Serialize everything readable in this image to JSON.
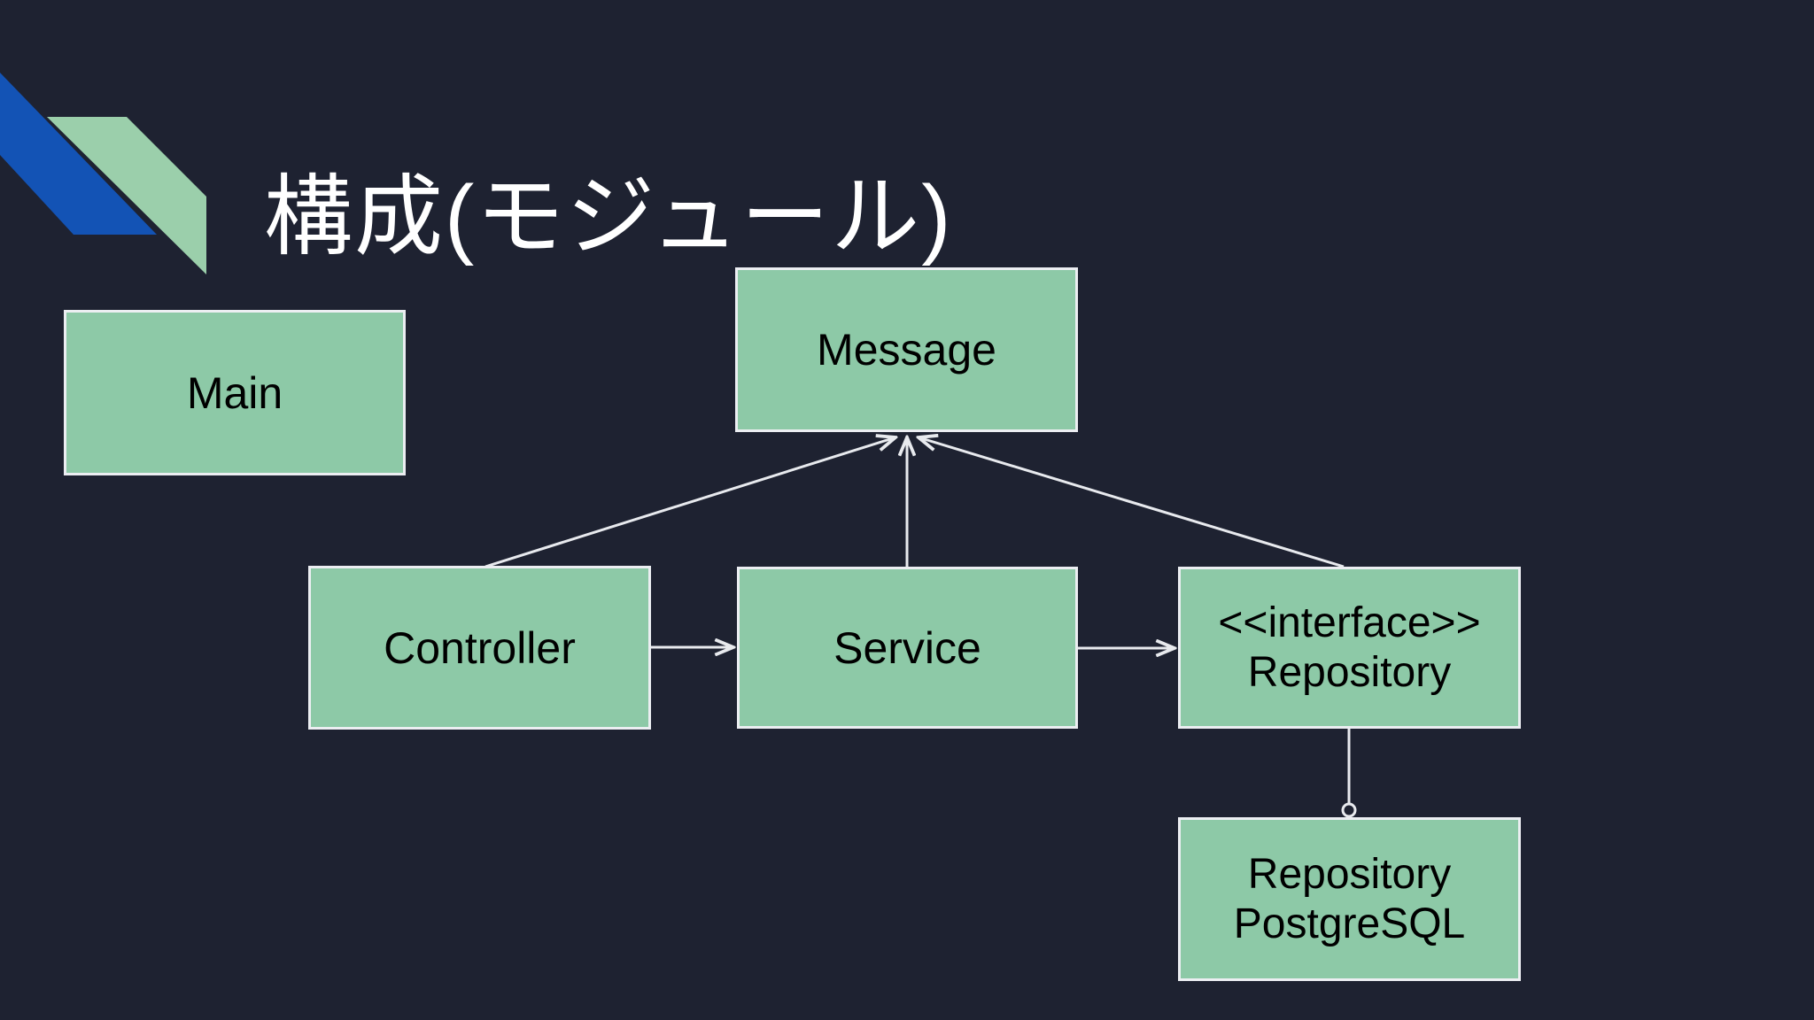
{
  "slide": {
    "title": "構成(モジュール)",
    "colors": {
      "background": "#1e2231",
      "accent_blue": "#1353b5",
      "accent_green": "#9bcfab",
      "node_fill": "#8dc9a7",
      "node_border": "#eceef2",
      "connector": "#e8eaee",
      "node_text": "#000000",
      "title_text": "#ffffff"
    }
  },
  "diagram": {
    "nodes": {
      "main": {
        "label": "Main"
      },
      "message": {
        "label": "Message"
      },
      "controller": {
        "label": "Controller"
      },
      "service": {
        "label": "Service"
      },
      "interface_repository": {
        "line1": "<<interface>>",
        "line2": "Repository"
      },
      "repository_postgresql": {
        "line1": "Repository",
        "line2": "PostgreSQL"
      }
    },
    "edges": [
      {
        "from": "Controller",
        "to": "Message",
        "style": "open-arrow"
      },
      {
        "from": "Service",
        "to": "Message",
        "style": "open-arrow"
      },
      {
        "from": "Repository (interface)",
        "to": "Message",
        "style": "open-arrow"
      },
      {
        "from": "Controller",
        "to": "Service",
        "style": "open-arrow"
      },
      {
        "from": "Service",
        "to": "Repository (interface)",
        "style": "open-arrow"
      },
      {
        "from": "Repository (interface)",
        "to": "Repository PostgreSQL",
        "style": "lollipop-circle"
      }
    ]
  }
}
